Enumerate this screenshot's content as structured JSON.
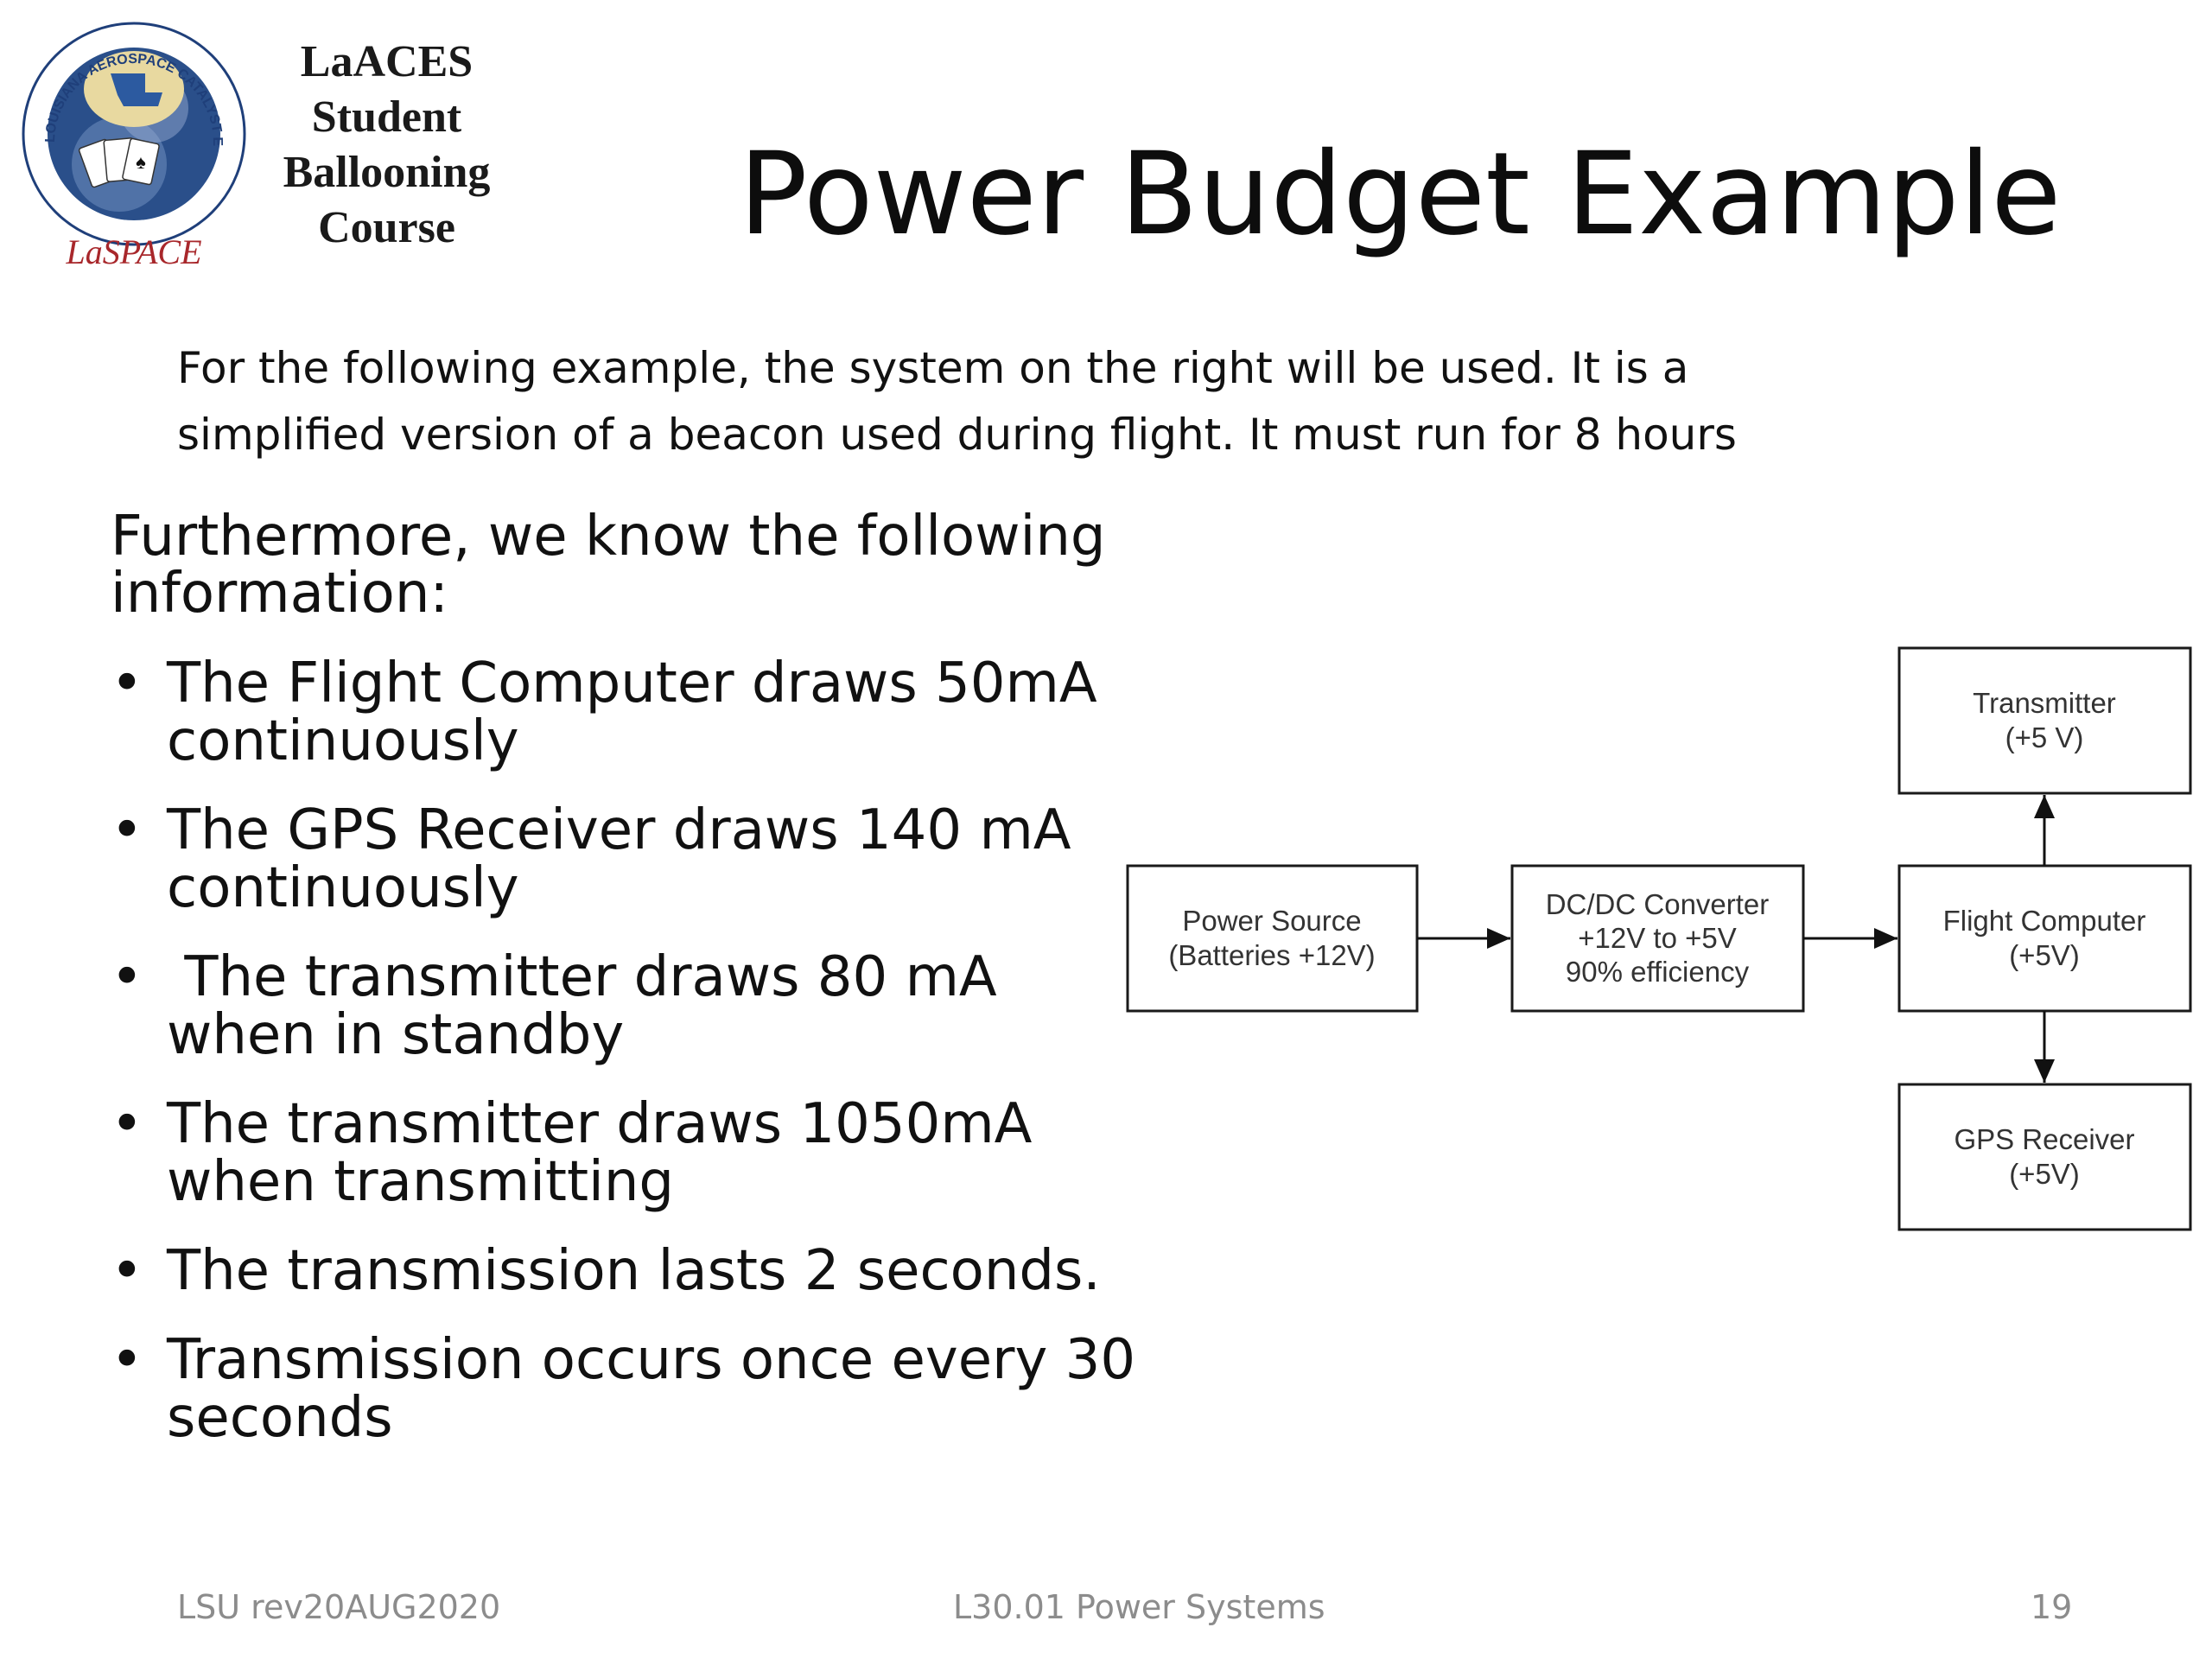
{
  "logo": {
    "ring_text": "LOUISIANA AEROSPACE CATALYST EXPERIENCES for STUDENTS",
    "brand": "LaSPACE",
    "colors": {
      "ring": "#1f3f7a",
      "globe": "#2a4f8a",
      "brand_text": "#a8272b",
      "emblem": "#e8d9a0"
    }
  },
  "course_title_lines": [
    "LaACES",
    "Student",
    "Ballooning",
    "Course"
  ],
  "slide_title": "Power Budget Example",
  "intro_lines": [
    "For the following example, the system on the right will be used. It is a",
    "simplified version of a beacon used during flight. It must run for 8 hours"
  ],
  "lead_text": "Furthermore, we know the following information:",
  "bullet_marker": "•",
  "bullets": [
    "The Flight Computer draws 50mA continuously",
    "The GPS Receiver draws 140 mA continuously",
    " The transmitter draws 80 mA when in standby",
    "The transmitter draws 1050mA when transmitting",
    "The transmission lasts 2 seconds.",
    "Transmission occurs once every 30 seconds"
  ],
  "diagram": {
    "power_source": [
      "Power Source",
      "(Batteries +12V)"
    ],
    "converter": [
      "DC/DC Converter",
      "+12V to +5V",
      "90% efficiency"
    ],
    "flight_computer": [
      "Flight Computer",
      "(+5V)"
    ],
    "transmitter": [
      "Transmitter",
      "(+5 V)"
    ],
    "gps_receiver": [
      "GPS Receiver",
      "(+5V)"
    ]
  },
  "footer": {
    "left": "LSU rev20AUG2020",
    "center": "L30.01 Power Systems",
    "page_number": "19"
  }
}
